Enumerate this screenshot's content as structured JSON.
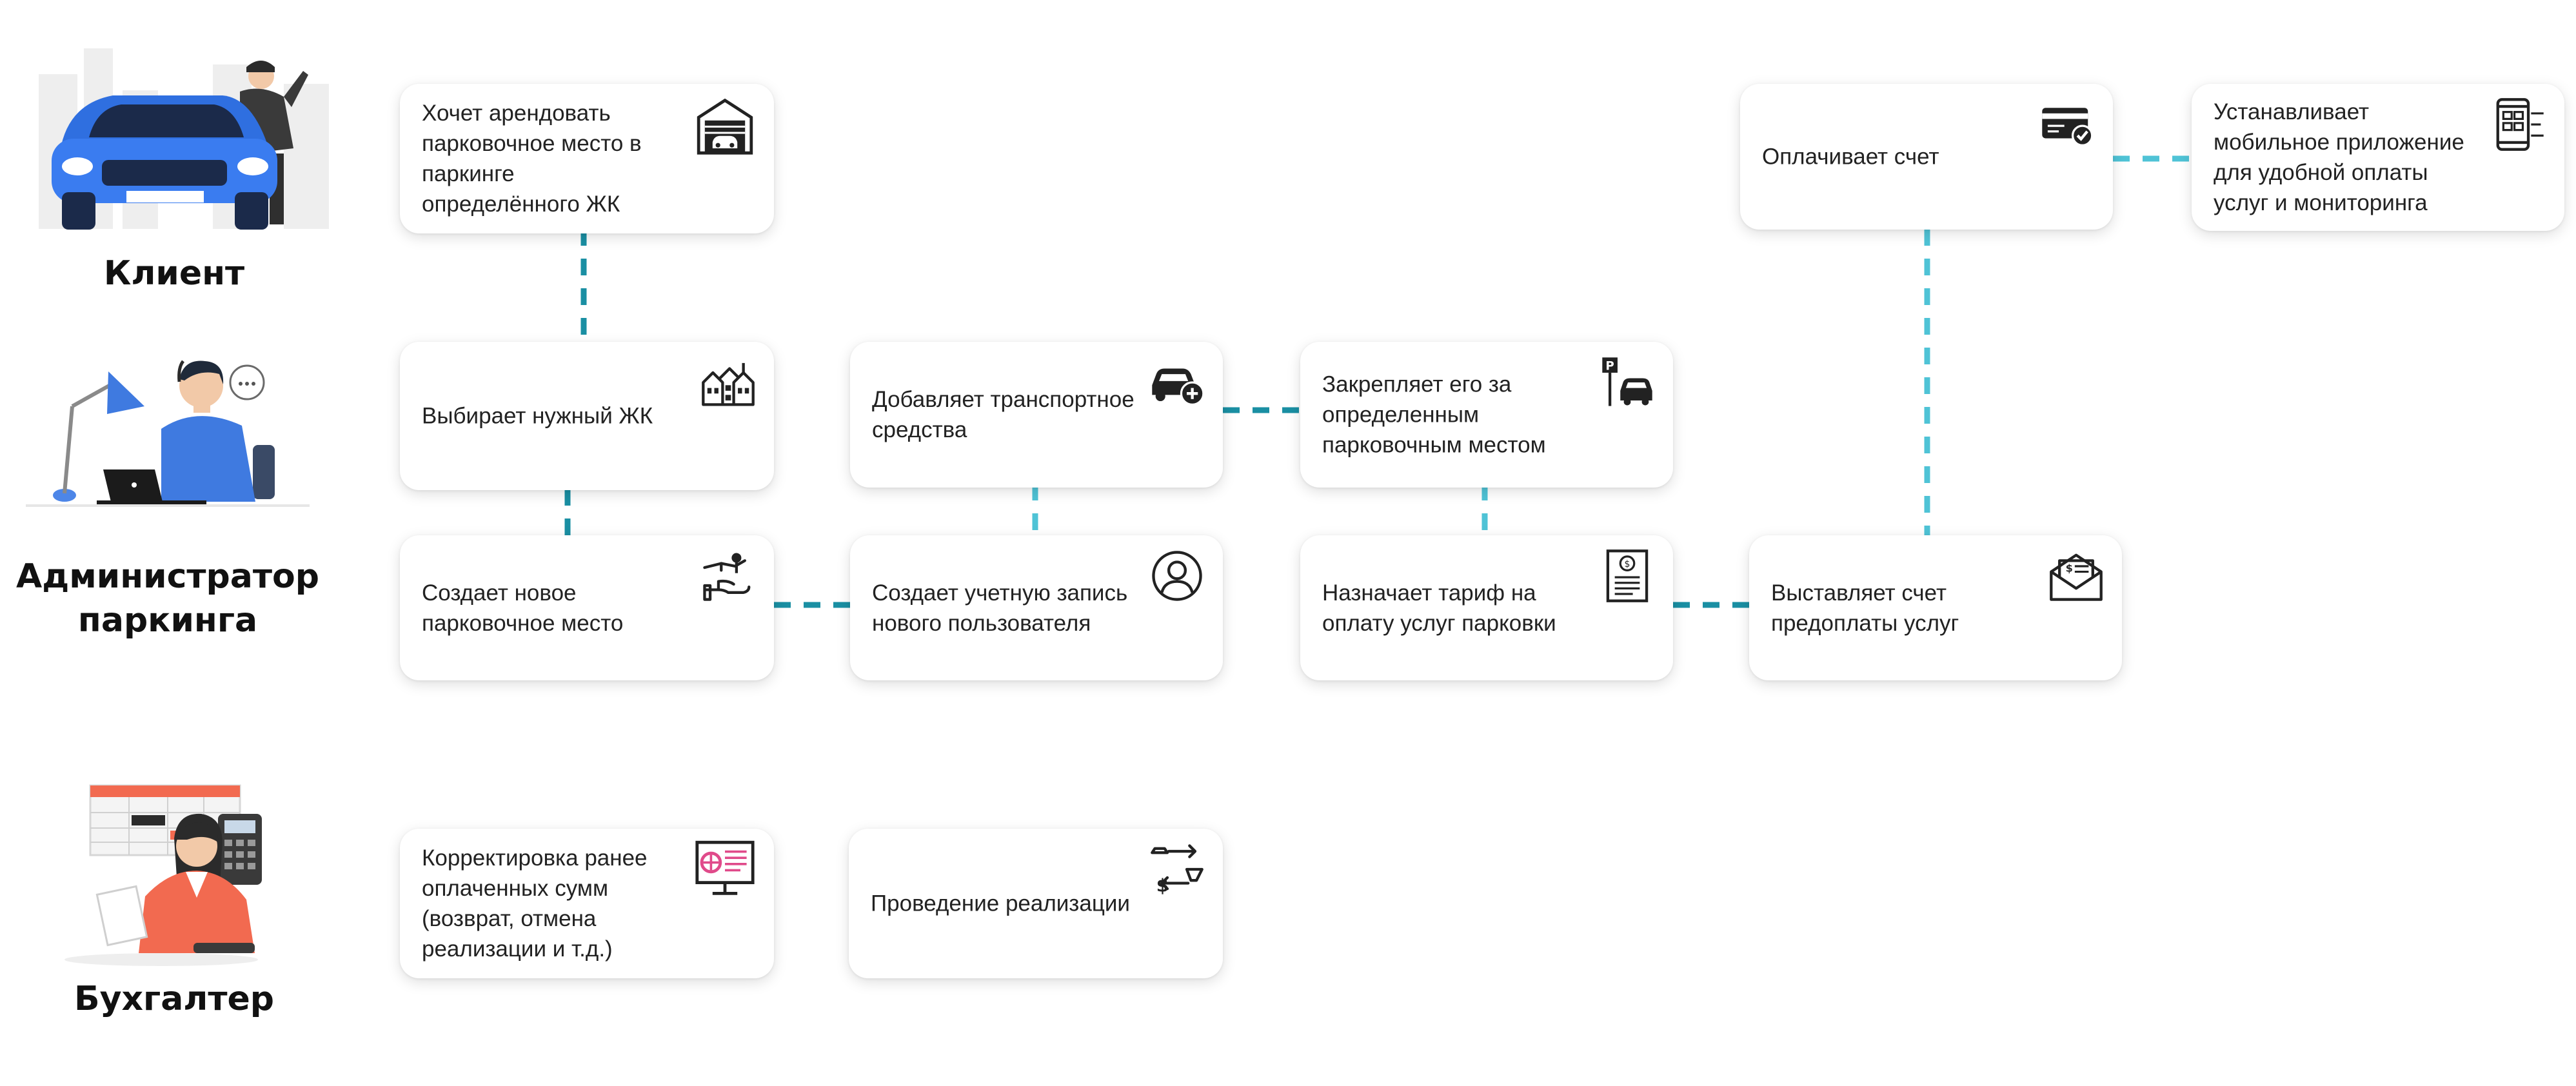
{
  "roles": {
    "client": "Клиент",
    "admin": "Администратор\nпаркинга",
    "accountant": "Бухгалтер"
  },
  "cards": {
    "hochet": "Хочет арендовать\nпарковочное место в\nпаркинге определённого ЖК",
    "vybiraet": "Выбирает нужный ЖК",
    "sozdaet_mesto": "Создает новое\nпарковочное место",
    "dobavlyaet": "Добавляет транспортное\nсредства",
    "sozdaet_user": "Создает учетную запись\nнового пользователя",
    "zakreplyaet": "Закрепляет его за\nопределенным\nпарковочным местом",
    "naznachaet": "Назначает тариф на\nоплату услуг парковки",
    "vystavlyaet": "Выставляет счет\nпредоплаты услуг",
    "oplachivaet": "Оплачивает счет",
    "ustanavlivaet": "Устанавливает\nмобильное приложение\nдля удобной оплаты\nуслуг и мониторинга",
    "korrektirovka": "Корректировка ранее\nоплаченных сумм\n(возврат, отмена\nреализации и т.д.)",
    "provedenie": "Проведение реализации"
  },
  "icons": {
    "hochet": "garage-car-icon",
    "vybiraet": "residential-complex-icon",
    "sozdaet_mesto": "hand-key-icon",
    "dobavlyaet": "car-add-icon",
    "sozdaet_user": "user-account-icon",
    "zakreplyaet": "parking-sign-car-icon",
    "naznachaet": "tariff-document-icon",
    "vystavlyaet": "invoice-envelope-icon",
    "oplachivaet": "card-check-icon",
    "ustanavlivaet": "mobile-app-icon",
    "korrektirovka": "monitor-correction-icon",
    "provedenie": "exchange-dollar-icon"
  },
  "colors": {
    "connector_dark": "#1a8fa3",
    "connector_light": "#4fc3d6",
    "car_blue": "#2f6fe0",
    "person_blue": "#3f7ae0",
    "accountant_coral": "#f26a50",
    "accent_pink": "#e04a8a"
  }
}
